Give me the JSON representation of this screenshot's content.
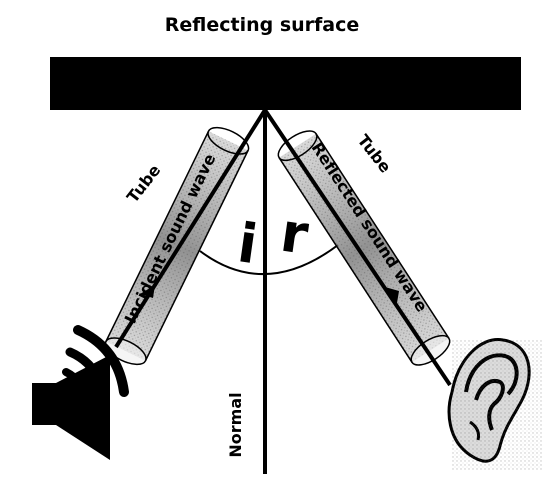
{
  "title": "Reflecting surface",
  "labels": {
    "tube_left": "Tube",
    "tube_right": "Tube",
    "incident": "Incident sound wave",
    "reflected": "Reflected sound wave",
    "angle_i": "i",
    "angle_r": "r",
    "normal": "Normal"
  },
  "colors": {
    "ink": "#000000",
    "background": "#ffffff",
    "tube_shade": "#9a9a9a"
  }
}
